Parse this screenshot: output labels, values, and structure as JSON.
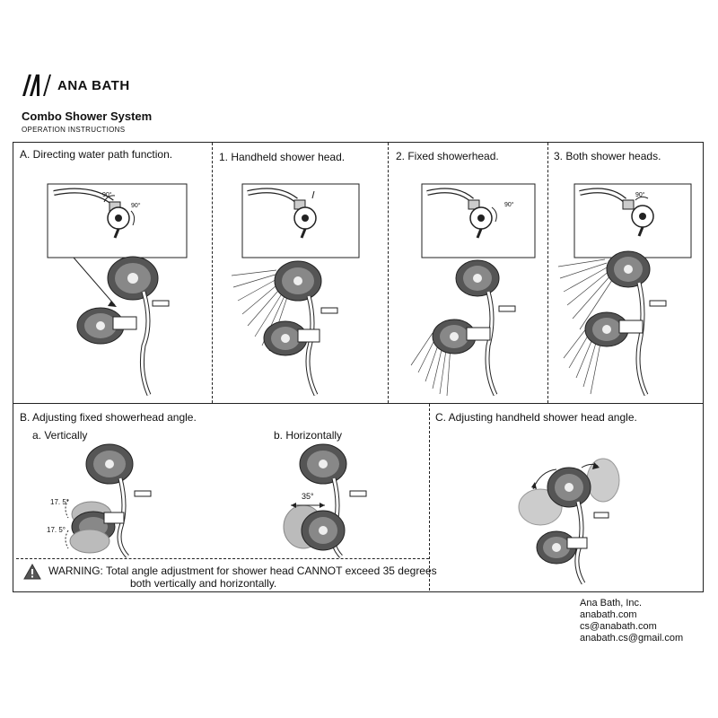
{
  "brand": {
    "logo_mark": "AN",
    "name": "ANA BATH"
  },
  "document": {
    "title": "Combo Shower System",
    "subtitle": "OPERATION INSTRUCTIONS"
  },
  "sections": {
    "a": {
      "label": "A. Directing water path function."
    },
    "a1": {
      "label": "1. Handheld shower head."
    },
    "a2": {
      "label": "2. Fixed showerhead."
    },
    "a3": {
      "label": "3. Both shower heads."
    },
    "b": {
      "label": "B. Adjusting fixed showerhead angle.",
      "vertical": "a. Vertically",
      "horizontal": "b. Horizontally"
    },
    "c": {
      "label": "C. Adjusting handheld shower head angle."
    }
  },
  "angles": {
    "ninety_1": "90°",
    "ninety_2": "90°",
    "ninety_3": "90°",
    "ninety_4": "90°",
    "vert_up": "17. 5°",
    "vert_down": "17. 5°",
    "horiz": "35°"
  },
  "warning": {
    "line1": "WARNING: Total angle adjustment for shower head CANNOT exceed 35 degrees",
    "line2": "both vertically and horizontally."
  },
  "contact": {
    "company": "Ana Bath, Inc.",
    "website": "anabath.com",
    "email1": "cs@anabath.com",
    "email2": "anabath.cs@gmail.com"
  },
  "icons": {
    "logo": "ana-bath-logo-icon",
    "warning": "warning-triangle-icon"
  }
}
